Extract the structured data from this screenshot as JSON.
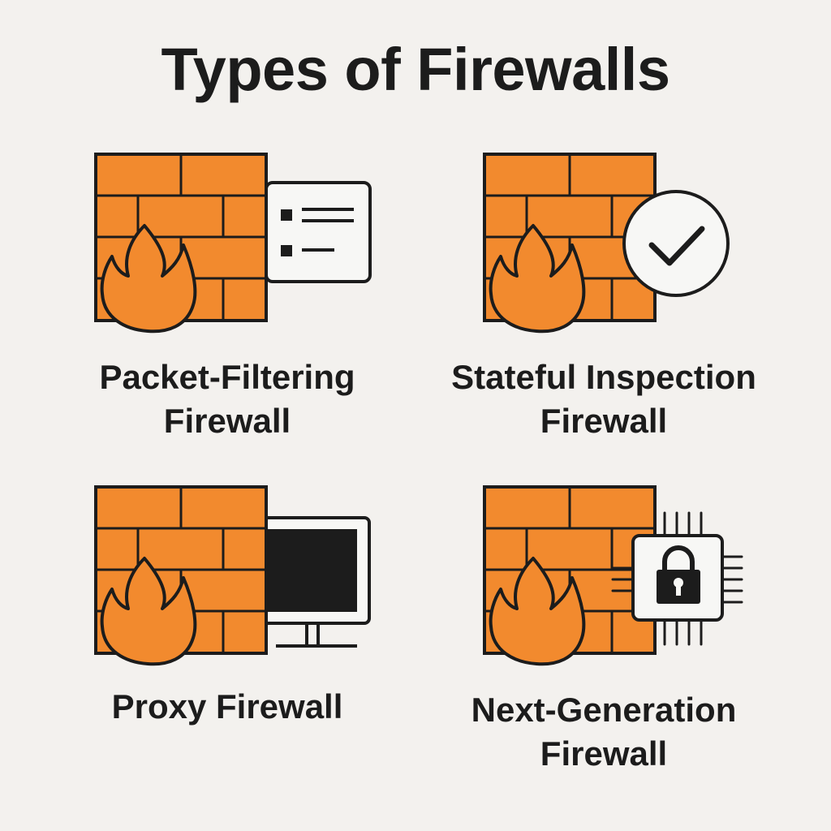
{
  "title": "Types of Firewalls",
  "colors": {
    "brick": "#f28a2e",
    "outline": "#1c1c1c",
    "panel": "#f7f7f5",
    "background": "#f3f1ee"
  },
  "cards": [
    {
      "label_line1": "Packet-Filtering",
      "label_line2": "Firewall",
      "icon": "rules-list-icon"
    },
    {
      "label_line1": "Stateful Inspection",
      "label_line2": "Firewall",
      "icon": "checkmark-circle-icon"
    },
    {
      "label_line1": "Proxy Firewall",
      "label_line2": "",
      "icon": "monitor-icon"
    },
    {
      "label_line1": "Next-Generation",
      "label_line2": "Firewall",
      "icon": "chip-lock-icon"
    }
  ]
}
